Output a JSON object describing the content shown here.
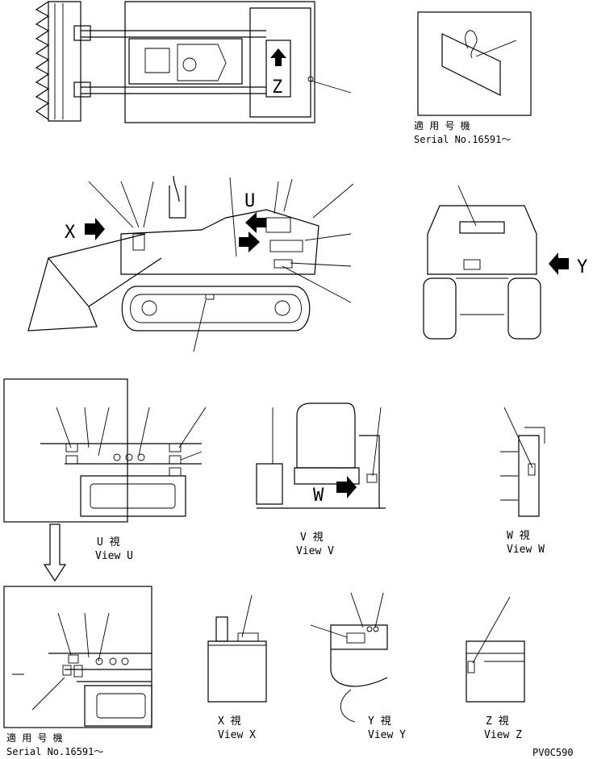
{
  "diagram": {
    "drawing_code": "PV0C590",
    "serial_applicability": {
      "jp": "適 用 号 機",
      "en": "Serial No.16591～"
    },
    "view_markers": {
      "x": "X",
      "y": "Y",
      "u": "U",
      "z": "Z",
      "w": "W"
    },
    "views": [
      {
        "key": "u",
        "jp": "U 視",
        "en": "View U"
      },
      {
        "key": "v",
        "jp": "V 視",
        "en": "View V"
      },
      {
        "key": "w",
        "jp": "W 視",
        "en": "View W"
      },
      {
        "key": "x",
        "jp": "X 視",
        "en": "View X"
      },
      {
        "key": "y",
        "jp": "Y 視",
        "en": "View Y"
      },
      {
        "key": "z",
        "jp": "Z 視",
        "en": "View Z"
      }
    ]
  }
}
